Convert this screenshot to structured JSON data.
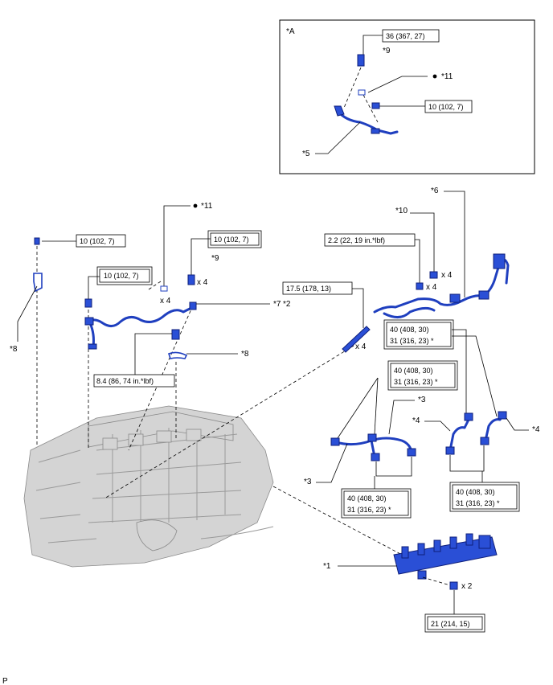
{
  "inset": {
    "title": "*A"
  },
  "callouts": {
    "c1": "*1",
    "c2": "*2",
    "c3a": "*3",
    "c3b": "*3",
    "c4a": "*4",
    "c4b": "*4",
    "c5": "*5",
    "c6": "*6",
    "c7": "*7",
    "c8a": "*8",
    "c8b": "*8",
    "c9a": "*9",
    "c9b": "*9",
    "c10": "*10",
    "c11a": "*11",
    "c11b": "*11",
    "x4a": "x 4",
    "x4b": "x 4",
    "x4c": "x 4",
    "x4d": "x 4",
    "x4e": "x 4",
    "x2": "x 2",
    "footer": "P"
  },
  "torque": {
    "t_inset_36": "36 (367, 27)",
    "t_inset_10": "10 (102, 7)",
    "t_10_a": "10 (102, 7)",
    "t_10_b": "10 (102, 7)",
    "t_10_c": "10 (102, 7)",
    "t_84": "8.4 (86, 74 in.*lbf)",
    "t_22": "2.2 (22, 19 in.*lbf)",
    "t_175": "17.5 (178, 13)",
    "t_40a_1": "40 (408, 30)",
    "t_40a_2": "31 (316, 23) *",
    "t_40b_1": "40 (408, 30)",
    "t_40b_2": "31 (316, 23) *",
    "t_40c_1": "40 (408, 30)",
    "t_40c_2": "31 (316, 23) *",
    "t_40d_1": "40 (408, 30)",
    "t_40d_2": "31 (316, 23) *",
    "t_21": "21 (214, 15)"
  },
  "colors": {
    "part_blue": "#1f3fbf",
    "engine_gray": "#d4d4d4"
  }
}
